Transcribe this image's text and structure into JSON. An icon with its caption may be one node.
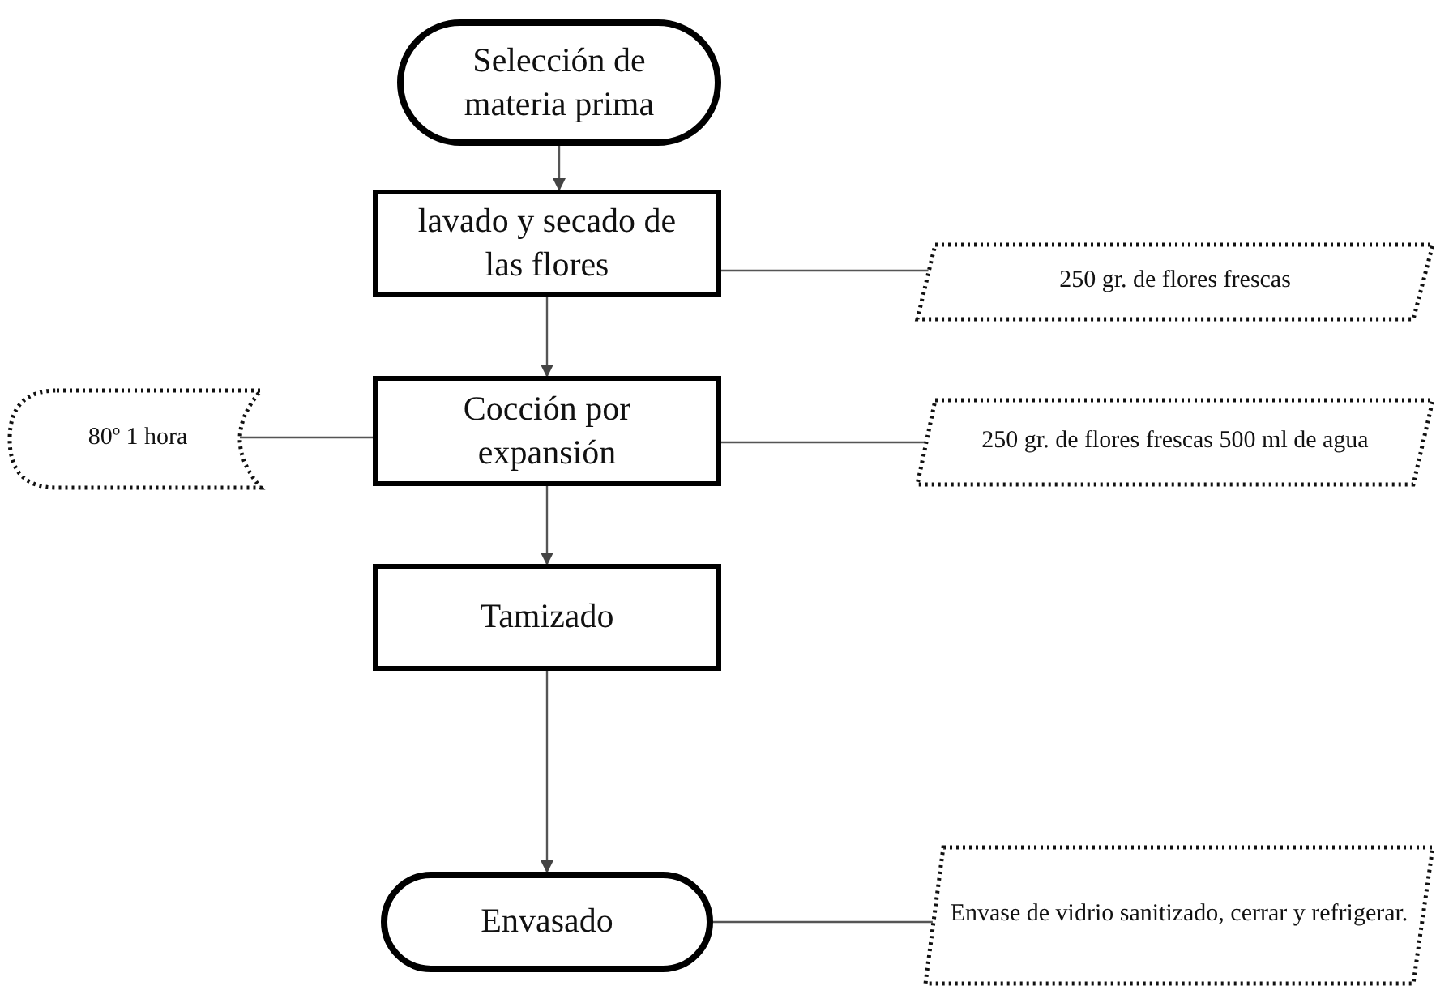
{
  "diagram": {
    "nodes": [
      {
        "text": [
          "Selección de materia prima"
        ]
      },
      {
        "text": [
          "lavado y secado de las flores"
        ]
      },
      {
        "text": [
          "250 gr. de flores frescas"
        ]
      },
      {
        "text": [
          "80º 1 hora"
        ]
      },
      {
        "text": [
          "Cocción por expansión"
        ]
      },
      {
        "text": [
          "250 gr. de flores frescas 500 ml de agua"
        ]
      },
      {
        "text": [
          "Tamizado"
        ]
      },
      {
        "text": [
          "Envasado"
        ]
      },
      {
        "text": [
          "Envase de vidrio sanitizado, cerrar y refrigerar."
        ]
      }
    ],
    "edges": [
      {
        "from": 0,
        "to": 1,
        "arrow": "to"
      },
      {
        "from": 1,
        "to": 4,
        "arrow": "to"
      },
      {
        "from": 4,
        "to": 6,
        "arrow": "to"
      },
      {
        "from": 6,
        "to": 7,
        "arrow": "to"
      },
      {
        "from": 1,
        "to": 2,
        "arrow": "none"
      },
      {
        "from": 4,
        "to": 3,
        "arrow": "none"
      },
      {
        "from": 4,
        "to": 5,
        "arrow": "none"
      },
      {
        "from": 7,
        "to": 8,
        "arrow": "none"
      }
    ]
  }
}
